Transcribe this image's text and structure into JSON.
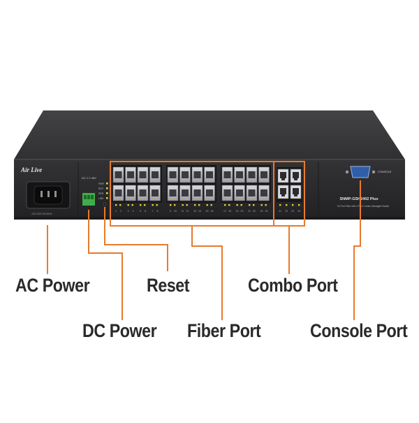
{
  "device": {
    "brand": "Air Live",
    "model": "SNMP-GSH2402 Plus",
    "subtitle": "24 Port Fiber with 4 Port Combo Managed Switch",
    "console_tag": "CONSOLE",
    "dc_tag": "DC 1 2 48V",
    "led_tags": [
      "PWR",
      "RDY",
      "ERR",
      "LINK"
    ],
    "rating_tag": "100-240V 50-60Hz",
    "fiber_port_numbers": [
      "1",
      "2",
      "3",
      "4",
      "5",
      "6",
      "7",
      "8",
      "9",
      "10",
      "11",
      "12",
      "13",
      "14",
      "15",
      "16",
      "17",
      "18",
      "19",
      "20",
      "21",
      "22",
      "23",
      "24"
    ],
    "combo_port_numbers": [
      "21",
      "22",
      "23",
      "24"
    ]
  },
  "callouts": {
    "ac_power": "AC Power",
    "reset": "Reset",
    "combo_port": "Combo Port",
    "dc_power": "DC Power",
    "fiber_port": "Fiber Port",
    "console_port": "Console Port"
  },
  "colors": {
    "leader": "#e87a2c",
    "chassis_top": "#3a3a3c",
    "chassis_front": "#29292b",
    "label_text": "#2a2a2a",
    "terminal_green": "#3fae4a",
    "led_green": "#e0d23a"
  }
}
